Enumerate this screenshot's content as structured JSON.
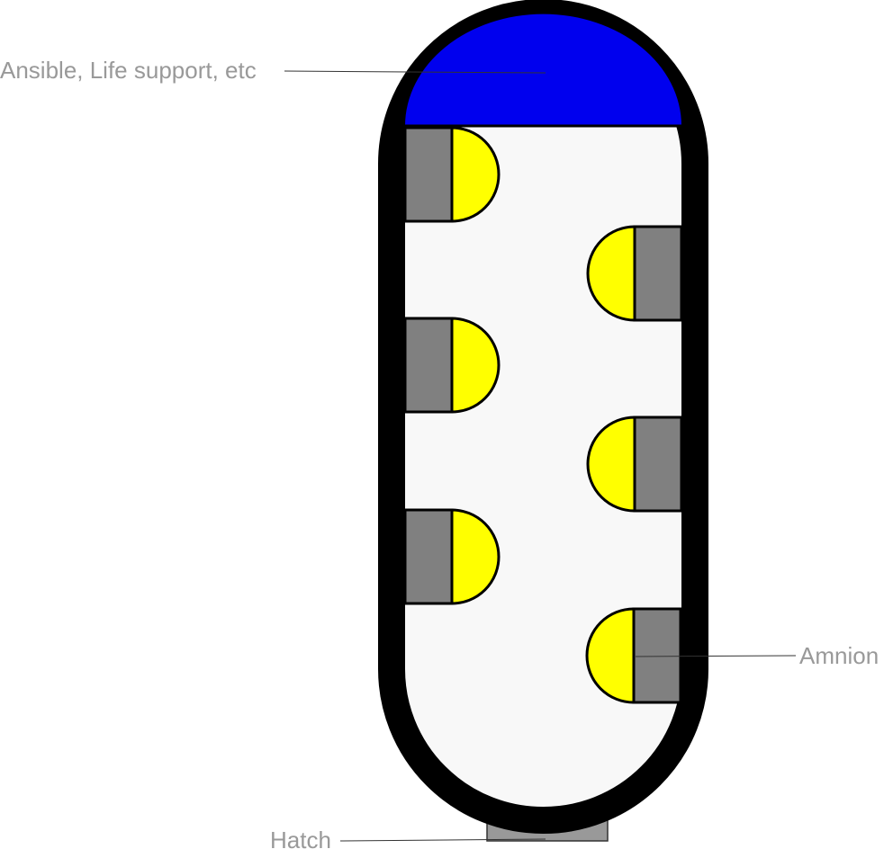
{
  "labels": {
    "top_section": "Ansible, Life support, etc",
    "pod": "Amnion",
    "bottom_hatch": "Hatch"
  },
  "colors": {
    "hull": "#000000",
    "interior": "#f8f8f8",
    "top_section": "#0000ee",
    "pod_base": "#808080",
    "pod_dome": "#ffff00",
    "hatch": "#999999",
    "label_text": "#999999",
    "leader_line": "#333333"
  },
  "pods": {
    "left_column_count": 3,
    "right_column_count": 3
  }
}
